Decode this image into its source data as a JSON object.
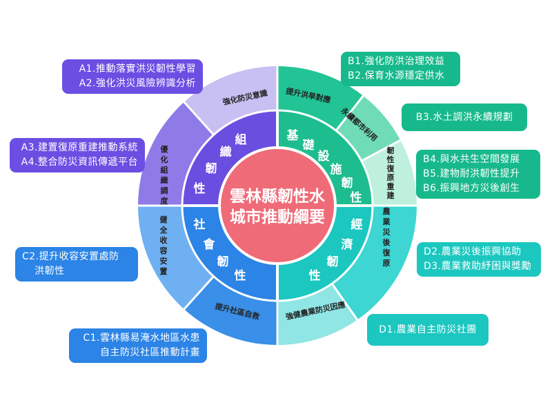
{
  "center": {
    "line1": "雲林縣韌性水",
    "line2": "城市推動綱要"
  },
  "pillars": {
    "org": {
      "chars": [
        "組",
        "織",
        "韌",
        "性"
      ],
      "color": "#6a4ee0"
    },
    "infra": {
      "chars": [
        "基",
        "礎",
        "設",
        "施",
        "韌",
        "性"
      ],
      "color": "#1ebd8f"
    },
    "social": {
      "chars": [
        "社",
        "會",
        "韌",
        "性"
      ],
      "color": "#2b84e6"
    },
    "econ": {
      "chars": [
        "經",
        "濟",
        "韌",
        "性"
      ],
      "color": "#1cc7c0"
    }
  },
  "strategies": {
    "s1": {
      "label": "強化防災意識",
      "color": "#c8bff2"
    },
    "s2": {
      "label": "優化組織調度",
      "color": "#8f7be8"
    },
    "s3": {
      "label": "提升洪旱對應",
      "color": "#22c495"
    },
    "s4": {
      "label": "永續都市利用",
      "color": "#6fdcb7"
    },
    "s5": {
      "label": "韌性復原重建",
      "color": "#bff0dd"
    },
    "s6": {
      "label": "健全收容安置",
      "color": "#6fb0f2"
    },
    "s7": {
      "label": "提升社區自救",
      "color": "#3a8fe8"
    },
    "s8": {
      "label": "農業災後復原",
      "color": "#3dd6d2"
    },
    "s9": {
      "label": "強健農業防災因應",
      "color": "#8fe6e4"
    }
  },
  "boxes": {
    "A12": {
      "lines": [
        "A1.推動落實洪災韌性學習",
        "A2.強化洪災風險辨識分析"
      ],
      "color": "#6c4ee3"
    },
    "A34": {
      "lines": [
        "A3.建置復原重建推動系統",
        "A4.整合防災資訊傳遞平台"
      ],
      "color": "#6c4ee3"
    },
    "B12": {
      "lines": [
        "B1.強化防洪治理效益",
        "B2.保育水源穩定供水"
      ],
      "color": "#17b98c"
    },
    "B3": {
      "lines": [
        "B3.水土調洪永續規劃"
      ],
      "color": "#17b98c"
    },
    "B456": {
      "lines": [
        "B4.與水共生空間發展",
        "B5.建物耐洪韌性提升",
        "B6.振興地方災後創生"
      ],
      "color": "#17b98c"
    },
    "C2": {
      "lines": [
        "C2.提升收容安置處防",
        "洪韌性"
      ],
      "color": "#2b84e6"
    },
    "C1": {
      "lines": [
        "C1.雲林縣易淹水地區水患",
        "自主防災社區推動計畫"
      ],
      "color": "#2b84e6"
    },
    "D23": {
      "lines": [
        "D2.農業災後振興協助",
        "D3.農業救助紓困與獎勵"
      ],
      "color": "#1cc7c0"
    },
    "D1": {
      "lines": [
        "D1.農業自主防災社團"
      ],
      "color": "#1cc7c0"
    }
  },
  "colors": {
    "center": "#ef6b78",
    "divider": "#ffffff"
  }
}
